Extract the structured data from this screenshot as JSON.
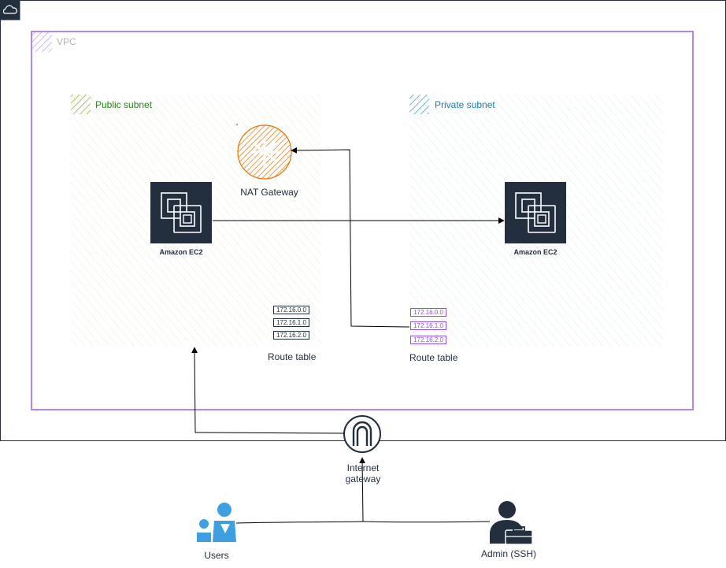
{
  "vpc": {
    "label": "VPC",
    "color": "#8c4fff"
  },
  "public_subnet": {
    "label": "Public subnet",
    "color": "#7aa116"
  },
  "private_subnet": {
    "label": "Private subnet",
    "color": "#147eba"
  },
  "nat_gateway": {
    "label": "NAT Gateway",
    "icon": "nat-gateway-icon",
    "color": "#ed7100"
  },
  "ec2_public": {
    "label": "Amazon EC2",
    "icon": "ec2-chip-icon"
  },
  "ec2_private": {
    "label": "Amazon EC2",
    "icon": "ec2-chip-icon"
  },
  "route_table_public": {
    "label": "Route table",
    "entries": [
      "172.16.0.0",
      "172.16.1.0",
      "172.16.2.0"
    ]
  },
  "route_table_private": {
    "label": "Route table",
    "entries": [
      "172.16.0.0",
      "172.16.1.0",
      "172.16.2.0"
    ],
    "color": "#8c4fff"
  },
  "internet_gateway": {
    "label": "Internet gateway",
    "icon": "internet-gateway-icon"
  },
  "users": {
    "label": "Users",
    "icon": "users-icon",
    "color": "#3ea0e0"
  },
  "admin": {
    "label": "Admin (SSH)",
    "icon": "admin-user-icon"
  }
}
